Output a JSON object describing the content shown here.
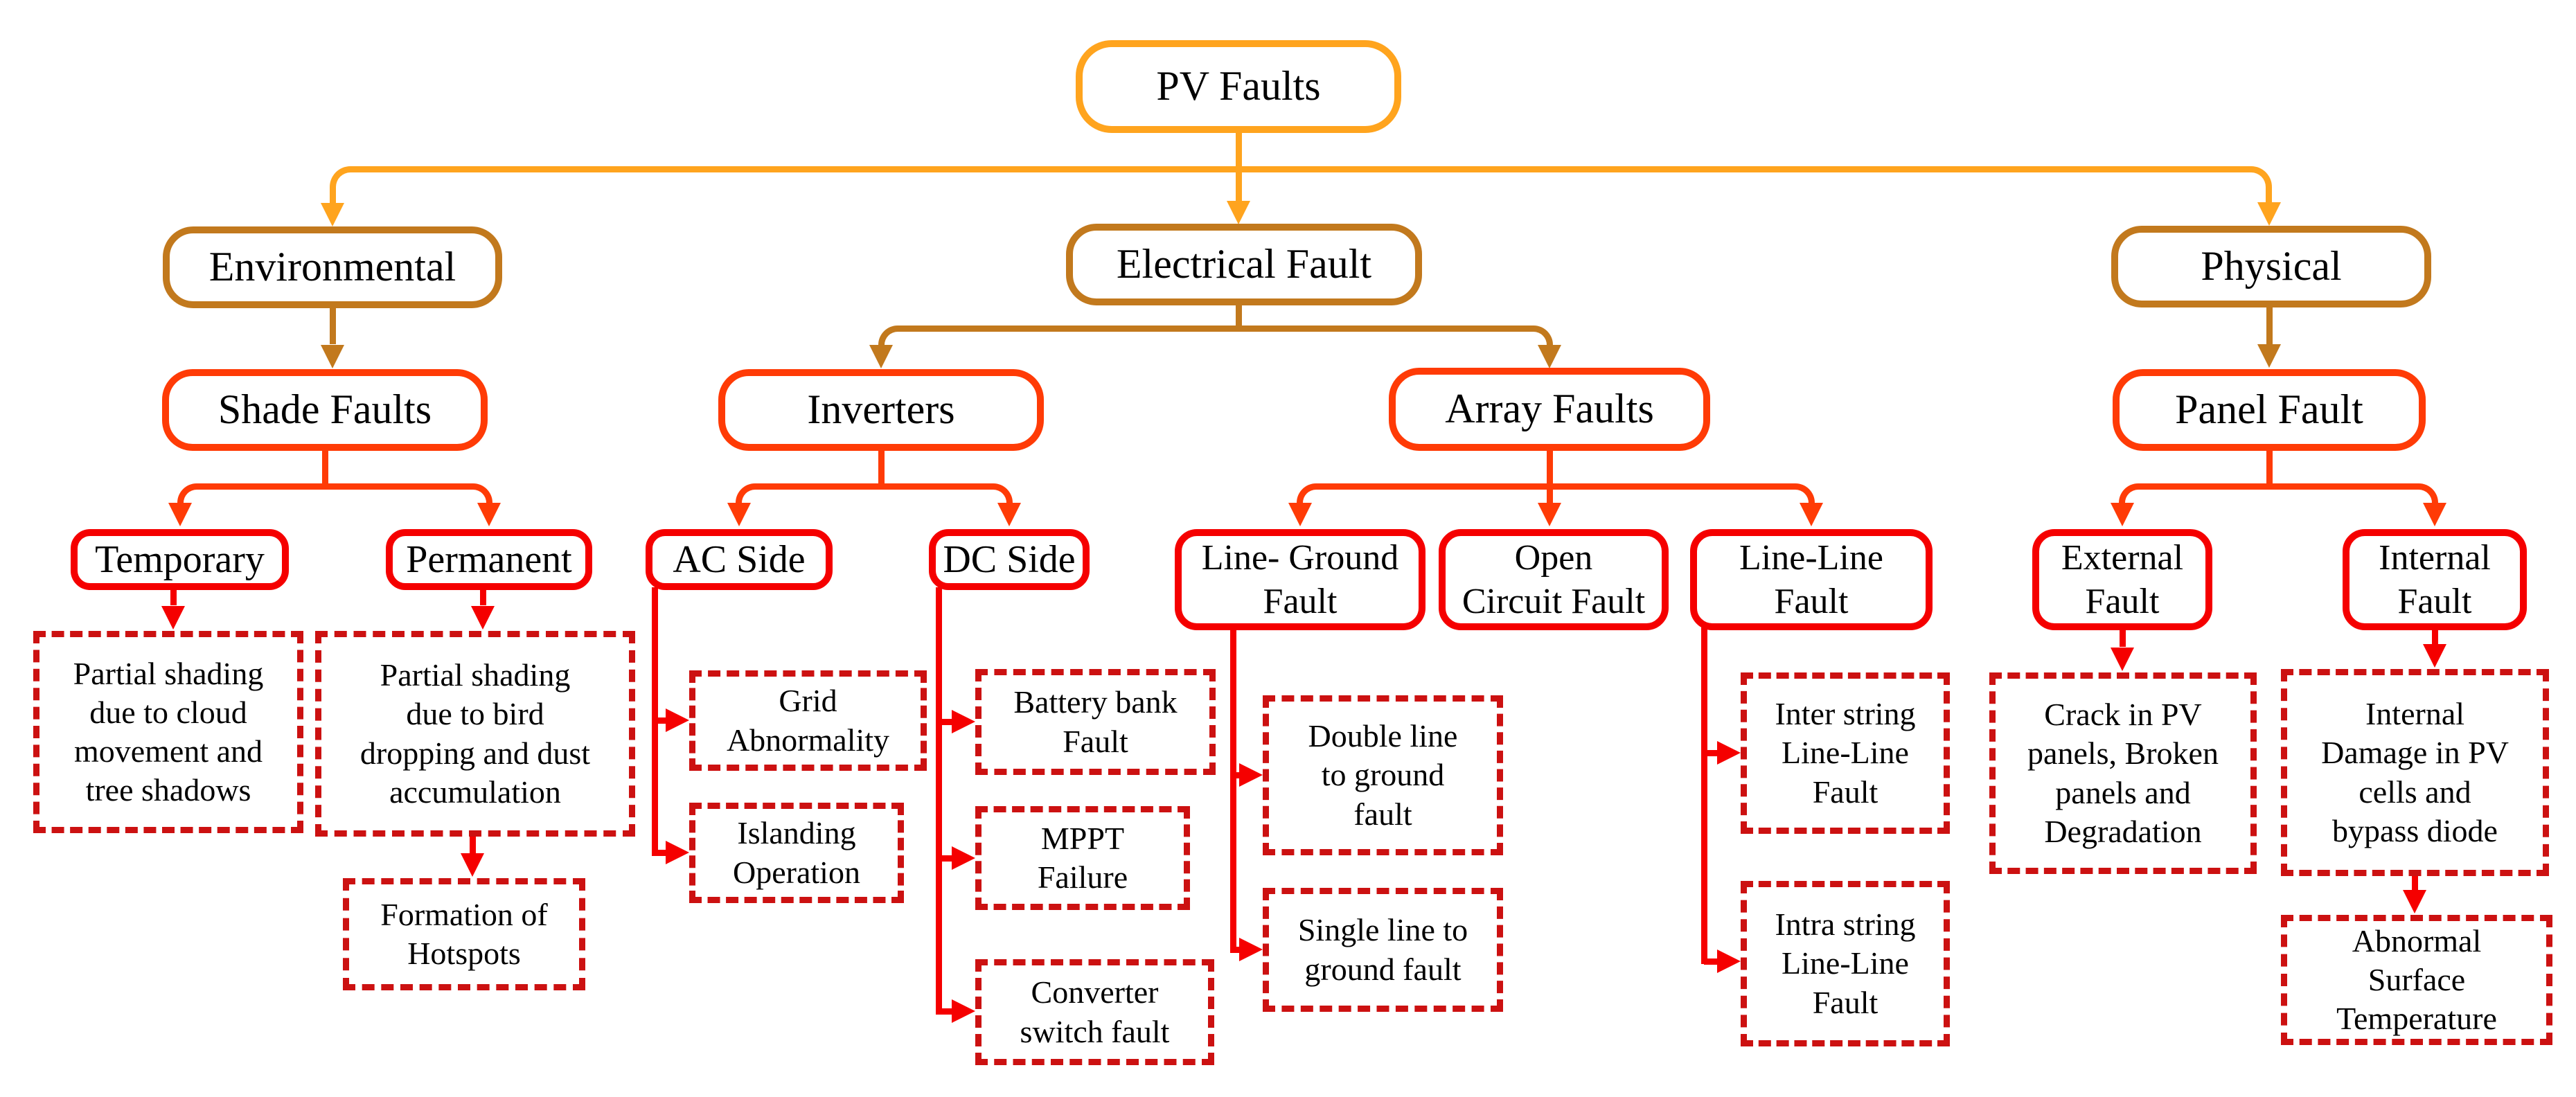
{
  "diagram_title": "PV Faults",
  "colors": {
    "level1_orange": "#FFA41E",
    "level2_brown_orange": "#C2791D",
    "level3_red_orange": "#FF3B06",
    "level4_red": "#F50000",
    "dashed_dark_red": "#CC1111",
    "text": "#000000",
    "background": "#FFFFFF"
  },
  "nodes": {
    "pv_faults": {
      "label": "PV Faults"
    },
    "environmental": {
      "label": "Environmental"
    },
    "electrical_fault": {
      "label": "Electrical Fault"
    },
    "physical": {
      "label": "Physical"
    },
    "shade_faults": {
      "label": "Shade Faults"
    },
    "inverters": {
      "label": "Inverters"
    },
    "array_faults": {
      "label": "Array Faults"
    },
    "panel_fault": {
      "label": "Panel Fault"
    },
    "temporary": {
      "label": "Temporary"
    },
    "permanent": {
      "label": "Permanent"
    },
    "ac_side": {
      "label": "AC Side"
    },
    "dc_side": {
      "label": "DC Side"
    },
    "line_ground_fault": {
      "label": "Line- Ground\nFault"
    },
    "open_circuit_fault": {
      "label": "Open\nCircuit Fault"
    },
    "line_line_fault": {
      "label": "Line-Line\nFault"
    },
    "external_fault": {
      "label": "External\nFault"
    },
    "internal_fault": {
      "label": "Internal\nFault"
    },
    "temporary_detail": {
      "label": "Partial shading\ndue to cloud\nmovement and\ntree shadows"
    },
    "permanent_detail": {
      "label": "Partial shading\ndue to bird\ndropping and dust\naccumulation"
    },
    "formation_of_hotspots": {
      "label": "Formation of\nHotspots"
    },
    "grid_abnormality": {
      "label": "Grid\nAbnormality"
    },
    "islanding_operation": {
      "label": "Islanding\nOperation"
    },
    "battery_bank_fault": {
      "label": "Battery bank\nFault"
    },
    "mppt_failure": {
      "label": "MPPT\nFailure"
    },
    "converter_switch_fault": {
      "label": "Converter\nswitch fault"
    },
    "double_line_to_ground": {
      "label": "Double line\nto ground\nfault"
    },
    "single_line_to_ground": {
      "label": "Single line to\nground fault"
    },
    "inter_string_line_line": {
      "label": "Inter string\nLine-Line\nFault"
    },
    "intra_string_line_line": {
      "label": "Intra string\nLine-Line\nFault"
    },
    "crack_in_pv_panels": {
      "label": "Crack in PV\npanels, Broken\npanels and\nDegradation"
    },
    "internal_damage": {
      "label": "Internal\nDamage in PV\ncells and\nbypass diode"
    },
    "abnormal_surface_temperature": {
      "label": "Abnormal\nSurface\nTemperature"
    }
  }
}
